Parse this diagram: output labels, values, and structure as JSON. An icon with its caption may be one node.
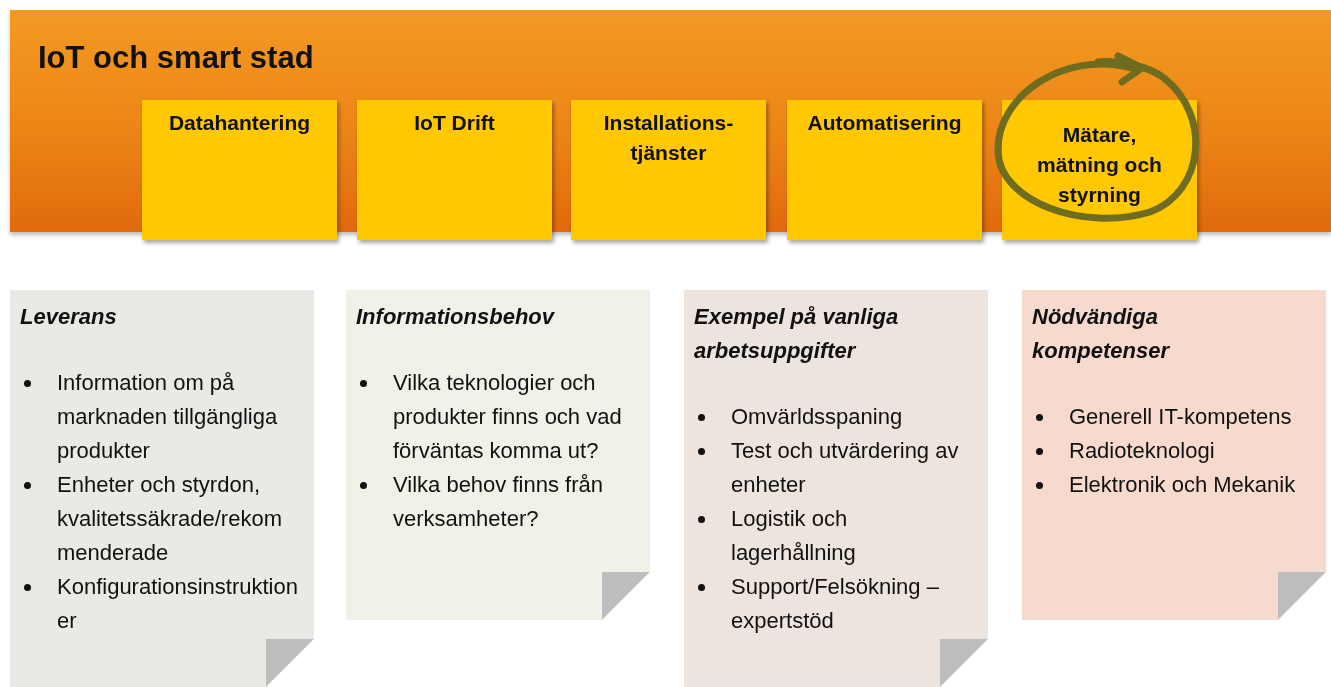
{
  "diagram": {
    "nodes": [
      {
        "text": [
          "IoT och smart stad"
        ]
      },
      {
        "text": [
          "Datahantering"
        ],
        "in": 0
      },
      {
        "text": [
          "IoT Drift"
        ],
        "in": 0
      },
      {
        "text": [
          "Installations-tjänster"
        ],
        "in": 0
      },
      {
        "text": [
          "Automatisering"
        ],
        "in": 0
      },
      {
        "text": [
          "Mätare, mätning och styrning"
        ],
        "in": 0
      },
      {
        "text": [
          "Leverans",
          "Information om på marknaden tillgängliga produkter",
          "Enheter och styrdon, kvalitetssäkrade/rekommenderade",
          "Konfigurationsinstruktioner"
        ]
      },
      {
        "text": [
          "Informationsbehov",
          "Vilka teknologier och produkter finns och vad förväntas komma ut?",
          "Vilka behov finns från verksamheter?"
        ]
      },
      {
        "text": [
          "Exempel på vanliga arbetsuppgifter",
          "Omvärldsspaning",
          "Test och utvärdering av enheter",
          "Logistik och lagerhållning",
          "Support/Felsökning – expertstöd"
        ]
      },
      {
        "text": [
          "Nödvändiga kompetenser",
          "Generell IT-kompetens",
          "Radioteknologi",
          "Elektronik och Mekanik"
        ]
      }
    ]
  }
}
